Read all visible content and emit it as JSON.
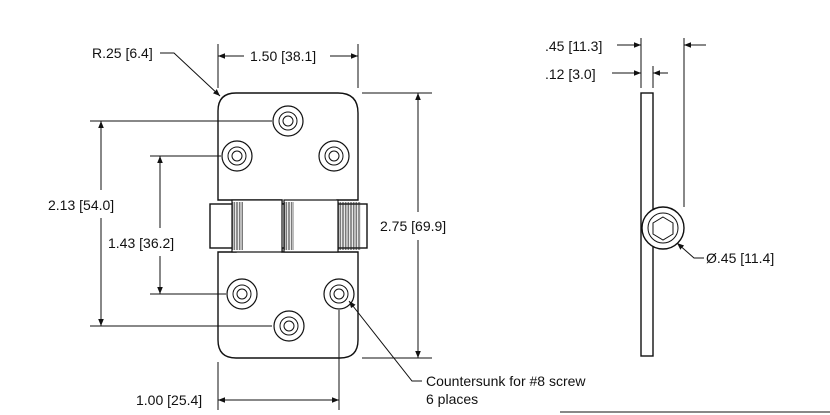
{
  "drawing": {
    "dimensions": {
      "corner_radius": "R.25 [6.4]",
      "top_width": "1.50 [38.1]",
      "outer_hole_spacing": "2.13 [54.0]",
      "inner_hole_spacing": "1.43 [36.2]",
      "overall_height": "2.75 [69.9]",
      "bottom_offset": "1.00 [25.4]",
      "side_width": ".45 [11.3]",
      "leaf_thickness": ".12 [3.0]",
      "pin_diameter": "Ø.45 [11.4]"
    },
    "note": {
      "line1": "Countersunk for #8 screw",
      "line2": "6 places"
    }
  }
}
